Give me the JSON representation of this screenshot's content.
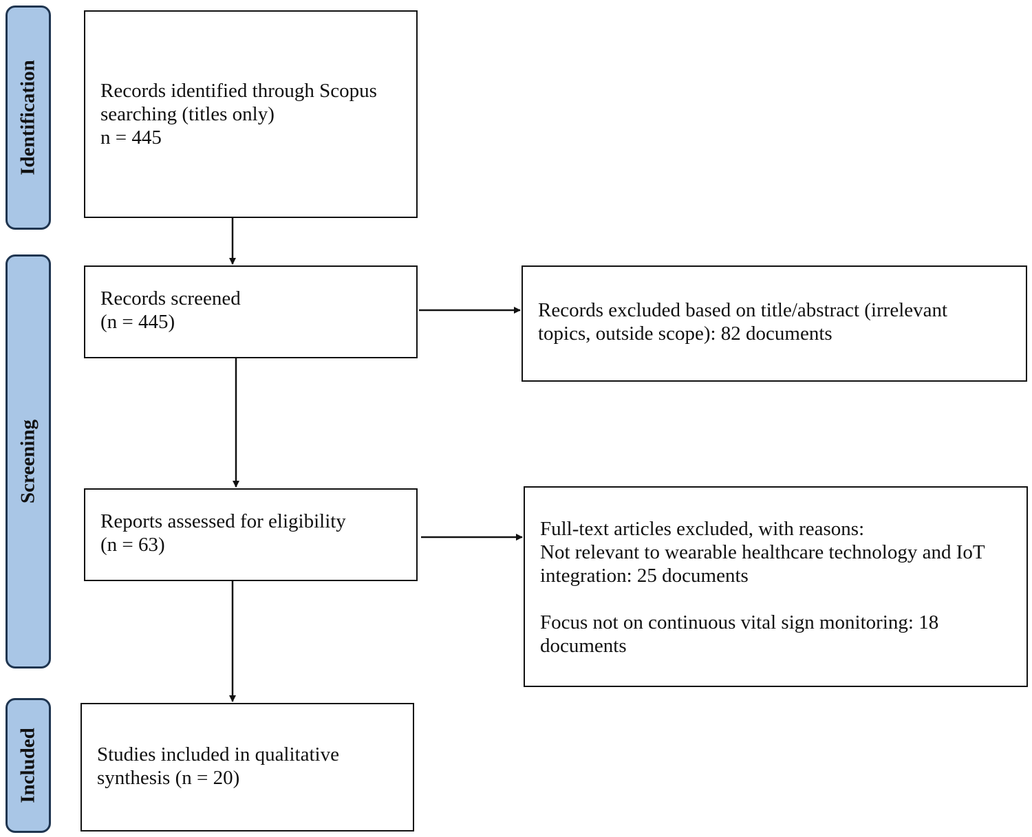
{
  "stages": {
    "identification": "Identification",
    "screening": "Screening",
    "included": "Included"
  },
  "boxes": {
    "identified": [
      "Records identified through Scopus",
      "searching (titles only)",
      "n = 445"
    ],
    "screened": [
      "Records screened",
      "(n = 445)"
    ],
    "excluded_title": [
      "Records excluded based on title/abstract (irrelevant",
      "topics, outside scope): 82 documents"
    ],
    "assessed": [
      "Reports assessed for eligibility",
      "(n = 63)"
    ],
    "excluded_fulltext": {
      "heading": "Full-text articles excluded, with reasons:",
      "reason1": [
        "Not relevant to wearable healthcare technology and IoT",
        "integration: 25 documents"
      ],
      "reason2": [
        "Focus not on continuous vital sign monitoring: 18",
        "documents"
      ]
    },
    "included": [
      "Studies included in qualitative",
      "synthesis (n = 20)"
    ]
  },
  "colors": {
    "stage_fill": "#a9c6e6",
    "stage_border": "#1f3550",
    "stroke": "#111111"
  }
}
